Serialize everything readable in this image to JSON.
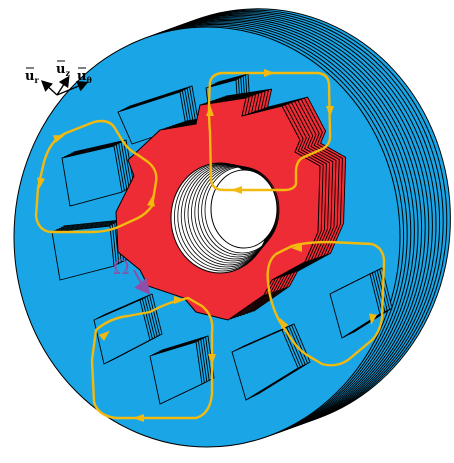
{
  "diagram": {
    "colors": {
      "stator": "#1aa6e6",
      "rotor": "#ee2c36",
      "lamination": "#000000",
      "flux_path": "#f2b90f",
      "rotation": "#8e4fa8",
      "axes": "#000000"
    },
    "labels": {
      "unit_vector_r": "u",
      "unit_vector_z": "u",
      "unit_vector_theta": "u",
      "sub_r": "r",
      "sub_z": "z",
      "sub_theta": "θ",
      "rotation_symbol": "Ω"
    },
    "stator_pole_count": 8,
    "rotor_pole_count": 6,
    "flux_loop_count": 4,
    "lamination_count": 14
  }
}
